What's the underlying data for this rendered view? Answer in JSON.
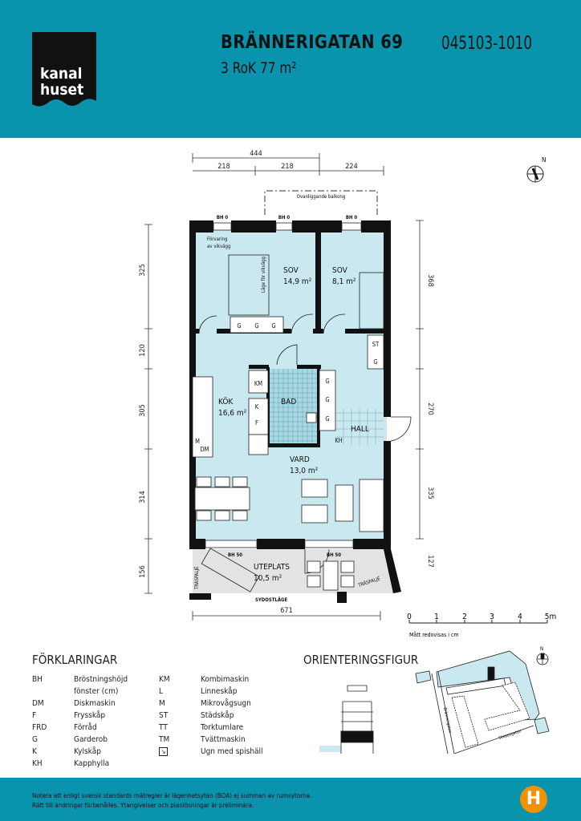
{
  "header": {
    "logo_line1": "kanal",
    "logo_line2": "huset",
    "title": "BRÄNNERIGATAN 69",
    "subtitle": "3 RoK 77 m²",
    "code": "045103-1010"
  },
  "plan": {
    "dims_top": {
      "total": "444",
      "a": "218",
      "b": "218",
      "c": "224"
    },
    "dims_left": [
      "325",
      "120",
      "305",
      "314",
      "156"
    ],
    "dims_right": [
      "368",
      "270",
      "335",
      "127"
    ],
    "dims_bottom": "671",
    "balcony_label": "Ovanliggande balkong",
    "window_labels": [
      "BH 0",
      "BH 0",
      "BH 0",
      "BH 50",
      "BH 50"
    ],
    "storage_label_1": "Förvaring",
    "storage_label_2": "av vikvägg",
    "bed_label": "Läge för vikvägg",
    "rooms": [
      {
        "name": "SOV",
        "area": "14,9 m²"
      },
      {
        "name": "SOV",
        "area": "8,1 m²"
      },
      {
        "name": "KÖK",
        "area": "16,6 m²"
      },
      {
        "name": "BAD",
        "area": ""
      },
      {
        "name": "HALL",
        "area": ""
      },
      {
        "name": "VARD",
        "area": "13,0 m²"
      },
      {
        "name": "UTEPLATS",
        "area": "10,5 m²"
      }
    ],
    "fixtures": {
      "G": "G",
      "ST": "ST",
      "KM": "KM",
      "K": "K",
      "F": "F",
      "M": "M",
      "DM": "DM",
      "KH": "KH"
    },
    "trasp1": "TRÄSPALJÉ",
    "trasp2": "TRÄSPALJÉ",
    "aspect": "SYDOSTLÄGE",
    "north": "N"
  },
  "scale": {
    "ticks": [
      "0",
      "1",
      "2",
      "3",
      "4",
      "5m"
    ],
    "caption": "Mått redovisas i cm"
  },
  "legend": {
    "title": "FÖRKLARINGAR",
    "col1": [
      [
        "BH",
        "Bröstningshöjd"
      ],
      [
        "",
        "fönster (cm)"
      ],
      [
        "DM",
        "Diskmaskin"
      ],
      [
        "F",
        "Frysskåp"
      ],
      [
        "FRD",
        "Förråd"
      ],
      [
        "G",
        "Garderob"
      ],
      [
        "K",
        "Kylskåp"
      ],
      [
        "KH",
        "Kapphylla"
      ]
    ],
    "col2": [
      [
        "KM",
        "Kombimaskin"
      ],
      [
        "L",
        "Linneskåp"
      ],
      [
        "M",
        "Mikrovågsugn"
      ],
      [
        "ST",
        "Städskåp"
      ],
      [
        "TT",
        "Torktumlare"
      ],
      [
        "TM",
        "Tvättmaskin"
      ],
      [
        "",
        "Ugn med spishäll"
      ]
    ]
  },
  "orientation": {
    "title": "ORIENTERINGSFIGUR",
    "street1": "Brännerigatan",
    "street2": "Skeppsgatan",
    "north": "N"
  },
  "footer": {
    "line1": "Notera att enligt svensk standards mätregler är lägenhetsytan (BOA) ej summan av rumsytorna.",
    "line2": "Rätt till ändringar förbehålles. Ytangivelser och planlösningar är preliminära.",
    "brand": "H"
  },
  "colors": {
    "brand": "#0a93ad",
    "floor": "#c9e8ef",
    "accent": "#f39200"
  }
}
